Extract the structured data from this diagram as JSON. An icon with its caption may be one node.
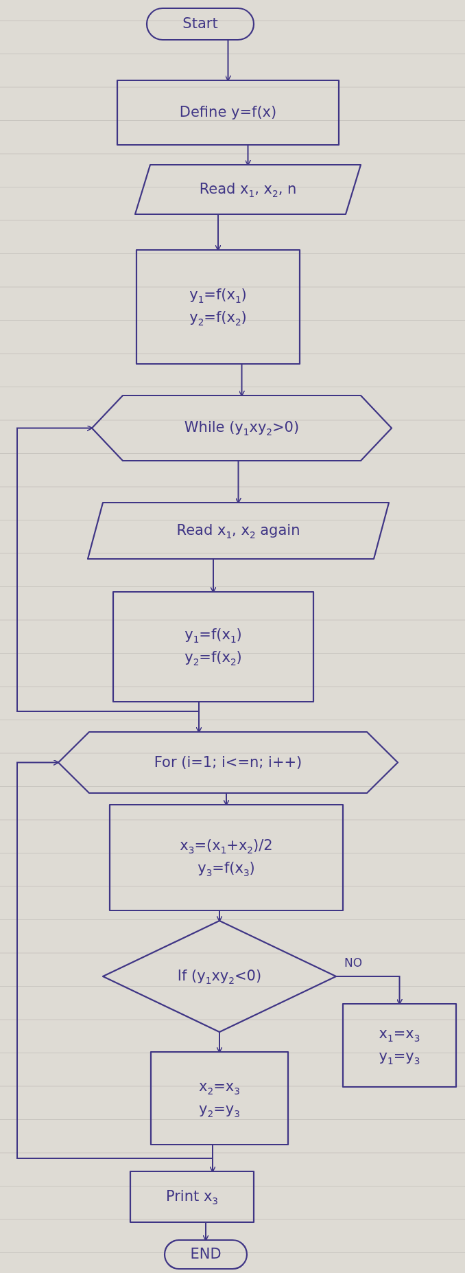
{
  "diagram": {
    "nodes": [
      {
        "text": [
          "Start"
        ]
      },
      {
        "text": [
          "Define y=f(x)"
        ]
      },
      {
        "text": [
          "Read x$_{1}$, x$_{2}$, n"
        ]
      },
      {
        "text": [
          "y$_{1}$=f(x$_{1}$)",
          "y$_{2}$=f(x$_{2}$)"
        ]
      },
      {
        "text": [
          "While (y$_{1}$xy$_{2}$>0)"
        ]
      },
      {
        "text": [
          "Read x$_{1}$, x$_{2}$ again"
        ]
      },
      {
        "text": [
          "y$_{1}$=f(x$_{1}$)",
          "y$_{2}$=f(x$_{2}$)"
        ]
      },
      {
        "text": [
          "For (i=1; i<=n; i++)"
        ]
      },
      {
        "text": [
          "x$_{3}$=(x$_{1}$+x$_{2}$)/2",
          "y$_{3}$=f(x$_{3}$)"
        ]
      },
      {
        "text": [
          "If (y$_{1}$xy$_{2}$<0)"
        ]
      },
      {
        "text": [
          "x$_{1}$=x$_{3}$",
          "y$_{1}$=y$_{3}$"
        ]
      },
      {
        "text": [
          "x$_{2}$=x$_{3}$",
          "y$_{2}$=y$_{3}$"
        ]
      },
      {
        "text": [
          "Print x$_{3}$"
        ]
      },
      {
        "text": [
          "END"
        ]
      }
    ],
    "edges": [
      {
        "from": 0,
        "to": 1,
        "arrow": "to"
      },
      {
        "from": 1,
        "to": 2,
        "arrow": "to"
      },
      {
        "from": 2,
        "to": 3,
        "arrow": "to"
      },
      {
        "from": 3,
        "to": 4,
        "arrow": "to"
      },
      {
        "from": 4,
        "to": 5,
        "arrow": "to"
      },
      {
        "from": 5,
        "to": 6,
        "arrow": "to"
      },
      {
        "from": 6,
        "to": 4,
        "arrow": "to"
      },
      {
        "from": 6,
        "to": 7,
        "arrow": "to"
      },
      {
        "from": 7,
        "to": 8,
        "arrow": "to"
      },
      {
        "from": 8,
        "to": 9,
        "arrow": "to"
      },
      {
        "from": 9,
        "to": 10,
        "arrow": "to",
        "label": "NO"
      },
      {
        "from": 9,
        "to": 11,
        "arrow": "to"
      },
      {
        "from": 11,
        "to": 7,
        "arrow": "to"
      },
      {
        "from": 11,
        "to": 12,
        "arrow": "to"
      },
      {
        "from": 12,
        "to": 13,
        "arrow": "to"
      }
    ]
  }
}
